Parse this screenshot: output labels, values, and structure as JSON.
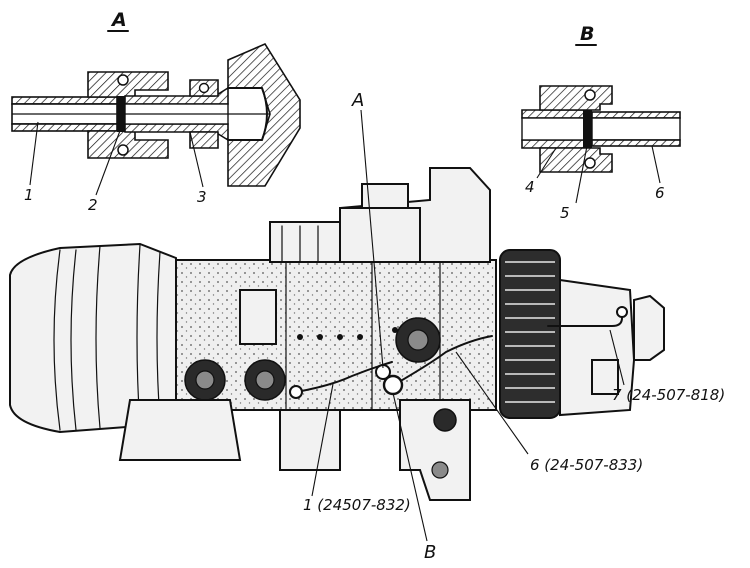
{
  "detail_a": {
    "title": "A",
    "labels": {
      "pipe": "1",
      "seal": "2",
      "nut": "3"
    }
  },
  "detail_b": {
    "title": "B",
    "labels": {
      "nut": "4",
      "seal": "5",
      "pipe": "6"
    }
  },
  "view_markers": {
    "a": "A",
    "b": "B"
  },
  "callouts": {
    "pipe_1": "1 (24507-832)",
    "pipe_6": "6 (24-507-833)",
    "pipe_7": "7 (24-507-818)"
  }
}
